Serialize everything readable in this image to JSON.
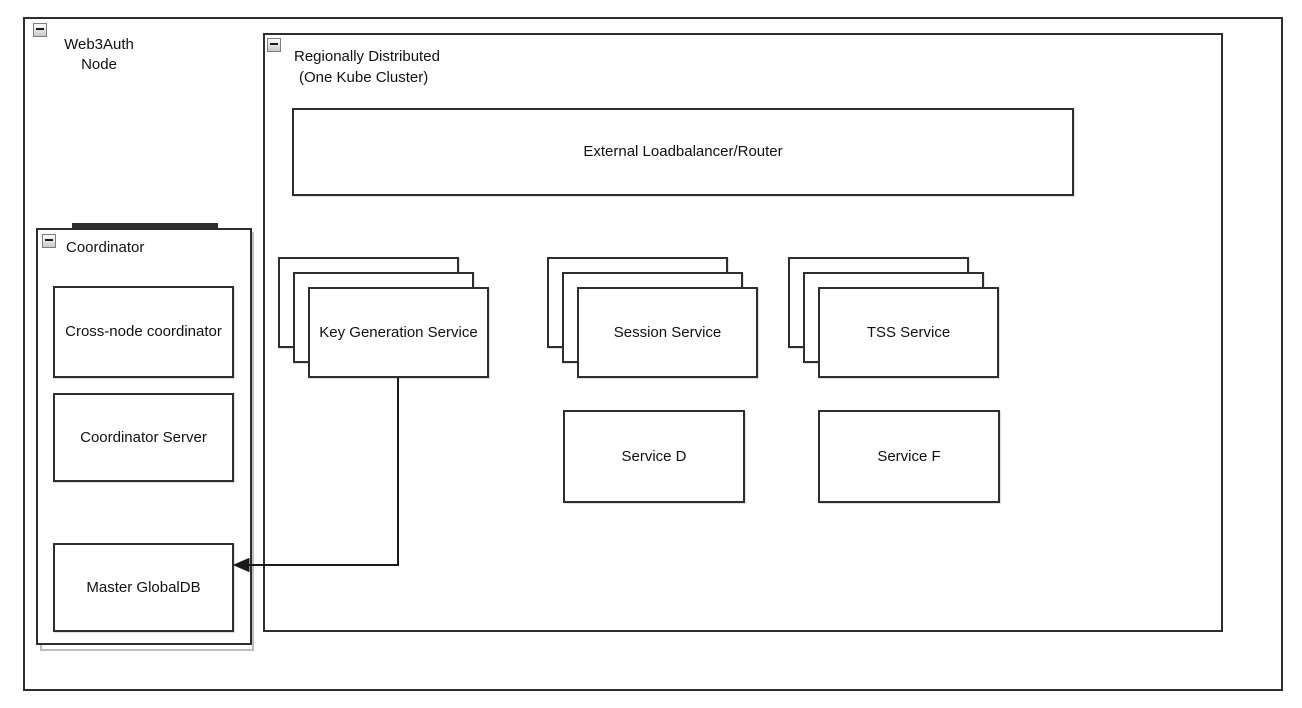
{
  "diagram_type": "architecture-diagram",
  "colors": {
    "canvas": "#ffffff",
    "stroke": "#2e2e2e",
    "text": "#111111",
    "shadow": "#bdbdbd",
    "arrow": "#1a1a1a"
  },
  "icons": {
    "collapse": "minus-square"
  },
  "containers": {
    "web3auth": {
      "title_line1": "Web3Auth",
      "title_line2": "Node"
    },
    "region": {
      "title_line1": "Regionally Distributed",
      "title_line2": "(One Kube Cluster)"
    },
    "coordinator": {
      "title": "Coordinator"
    }
  },
  "nodes": {
    "loadbalancer": {
      "label": "External Loadbalancer/Router"
    },
    "keygen": {
      "label": "Key Generation Service",
      "replicas": 3
    },
    "session": {
      "label": "Session Service",
      "replicas": 3
    },
    "tss": {
      "label": "TSS Service",
      "replicas": 3
    },
    "service_d": {
      "label": "Service D"
    },
    "service_f": {
      "label": "Service F"
    },
    "cross_node": {
      "label": "Cross-node coordinator"
    },
    "coordinator_server": {
      "label": "Coordinator Server"
    },
    "master_globaldb": {
      "label": "Master GlobalDB"
    }
  },
  "edges": [
    {
      "from": "Key Generation Service",
      "to": "Master GlobalDB",
      "style": "orthogonal",
      "arrowhead": "filled-triangle"
    }
  ]
}
